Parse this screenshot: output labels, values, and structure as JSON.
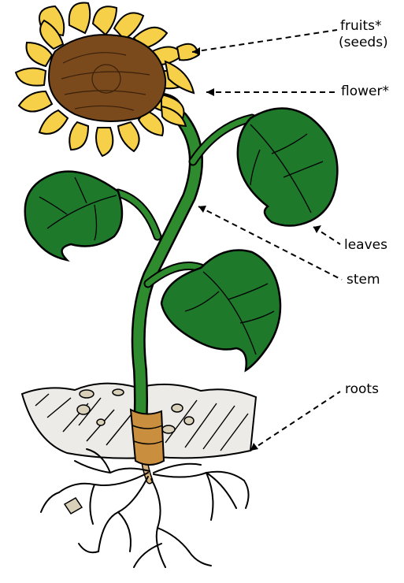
{
  "labels": {
    "fruits": "fruits*",
    "seeds": "(seeds)",
    "flower": "flower*",
    "leaves": "leaves",
    "stem": "stem",
    "roots": "roots"
  },
  "colors": {
    "petal": "#f7d04a",
    "center": "#7a4a1c",
    "leaf": "#1e7a2a",
    "stem": "#2e8b2e",
    "soil": "#e9e7e2",
    "root": "#d9b98a",
    "outline": "#000000"
  }
}
